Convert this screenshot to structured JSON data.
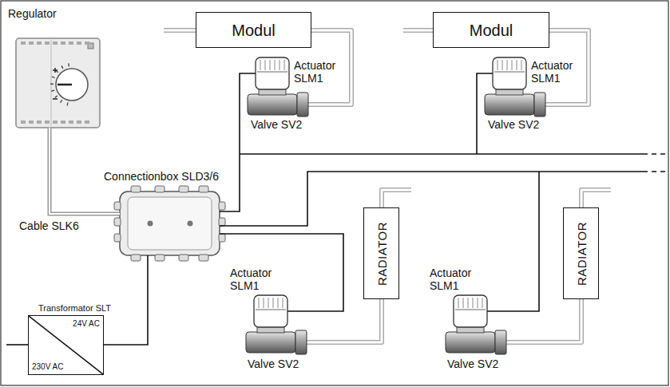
{
  "diagram": {
    "nodes": [
      {
        "text": [
          "Regulator"
        ]
      },
      {
        "text": [
          "Modul"
        ]
      },
      {
        "text": [
          "Modul"
        ]
      },
      {
        "text": [
          "Connectionbox SLD3/6"
        ]
      },
      {
        "text": [
          "RADIATOR"
        ]
      },
      {
        "text": [
          "RADIATOR"
        ]
      },
      {
        "text": [
          "Transformator SLT",
          "24V AC",
          "230V AC"
        ]
      }
    ],
    "edges": [
      {
        "from": 0,
        "to": 3,
        "arrow": "none",
        "label": "Cable SLK6"
      },
      {
        "from": 6,
        "to": 3,
        "arrow": "none"
      }
    ],
    "labels": [
      "Actuator SLM1",
      "Valve SV2",
      "Actuator SLM1",
      "Valve SV2",
      "Actuator SLM1",
      "Valve SV2",
      "Actuator SLM1",
      "Valve SV2"
    ]
  }
}
